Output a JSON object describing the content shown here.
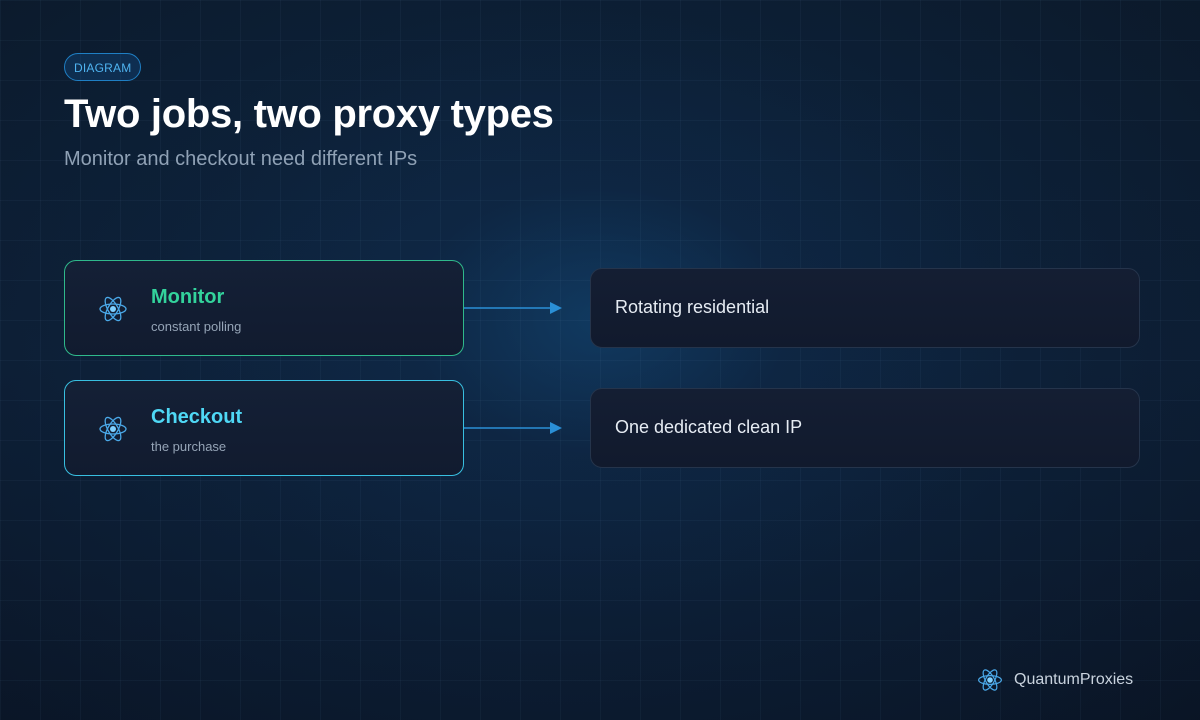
{
  "badge": "DIAGRAM",
  "title": "Two jobs, two proxy types",
  "subtitle": "Monitor and checkout need different IPs",
  "jobs": [
    {
      "name": "Monitor",
      "desc": "constant polling",
      "color": "#33d39c",
      "border": "#2fb98b",
      "icon": "atom-icon"
    },
    {
      "name": "Checkout",
      "desc": "the purchase",
      "color": "#4fd8f5",
      "border": "#38bfe0",
      "icon": "atom-icon"
    }
  ],
  "results": [
    {
      "label": "Rotating residential"
    },
    {
      "label": "One dedicated clean IP"
    }
  ],
  "brand": {
    "name": "QuantumProxies",
    "icon": "atom-logo-icon"
  },
  "colors": {
    "arrow": "#2a8fd6",
    "badge": "#4fb3f0",
    "background": "#0b1526"
  }
}
